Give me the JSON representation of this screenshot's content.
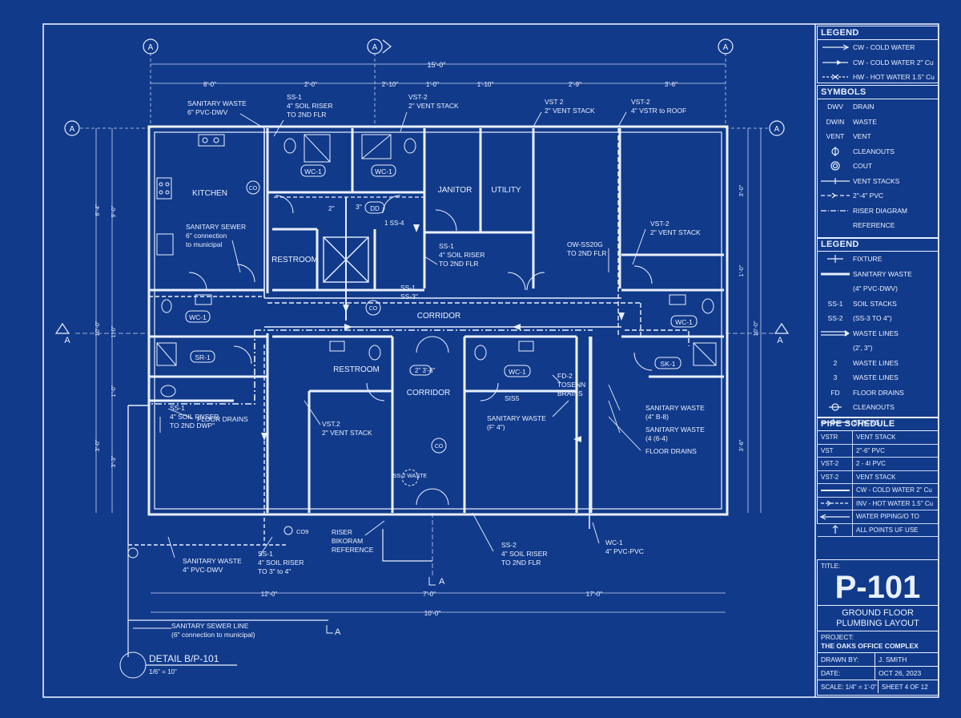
{
  "sheet_grid": {
    "bubble_a": "A",
    "overall_dim": "15'-0\"",
    "top_dims": [
      "8'-0\"",
      "2'-0\"",
      "2'-10\"",
      "1'-0\"",
      "1'-10\"",
      "2'-9\"",
      "3'-6\""
    ],
    "bottom_dims": [
      "12'-0\"",
      "7'-0\"",
      "17'-0\""
    ],
    "bottom_overall": "10'-0\"",
    "left_dims": [
      "6'-4\"",
      "9'-0\"",
      "10'-0\"",
      "1'-0\"",
      "1'-0\"",
      "3'-0\"",
      "3'-3\""
    ],
    "right_dims": [
      "3'-0\"",
      "1'-0\"",
      "10'-0\"",
      "3'-6\""
    ]
  },
  "rooms": {
    "kitchen": "KITCHEN",
    "restroom_upper": "RESTROOM",
    "janitor": "JANITOR",
    "utility": "UTILITY",
    "corridor_upper": "CORRIDOR",
    "restroom_lower": "RESTROOM",
    "corridor_lower": "CORRIDOR"
  },
  "tags": {
    "wc1": "WC-1",
    "sk1": "SK-1",
    "sr1": "SR-1",
    "co": "CO",
    "dd": "DD",
    "ss4": "1 SS-4",
    "sizes_2": "2\"",
    "sizes_3": "3\"",
    "corr_tag": "2\" 3'-8\"",
    "co_lower": "CO",
    "ss_lower": "SS-2 WASTE"
  },
  "callouts": {
    "sw_top": [
      "SANITARY WASTE",
      "6\" PVC-DWV"
    ],
    "ss1_top": [
      "SS-1",
      "4\" SOIL RISER",
      "TO 2ND FLR"
    ],
    "vst2_top": [
      "VST-2",
      "2\" VENT STACK"
    ],
    "vst2_b": [
      "VST 2",
      "2\" VENT STACK"
    ],
    "vstr": [
      "VST-2",
      "4\" VSTR to ROOF"
    ],
    "sanitary_sewer": [
      "SANITARY SEWER",
      "6\" connection",
      "to municipal"
    ],
    "ss1_mid": [
      "SS-1",
      "4\" SOIL RISER",
      "TO 2ND FLR"
    ],
    "ss1_small": [
      "SS-1",
      "SS-3\""
    ],
    "cw_mid": [
      "OW-SS20G",
      "TO 2ND FLR"
    ],
    "vst2_right": [
      "VST-2",
      "2\" VENT STACK"
    ],
    "floor_drains_l": "FLOOR DRAINS",
    "ss1_left": [
      "SS-1",
      "4\" SOIL RNSER",
      "TO 2ND DWP\""
    ],
    "vst2_low": [
      "VST.2",
      "2\" VENT STACK"
    ],
    "fd2": [
      "FD-2",
      "TOSENN",
      "BRAINS"
    ],
    "sis": "SIS5",
    "sw_low": [
      "SANITARY WASTE",
      "(F' 4\")"
    ],
    "sw_right1": [
      "SANITARY WASTE",
      "(4\" B-8)"
    ],
    "sw_right2": [
      "SANITARY WASTE",
      "(4 (6-4)"
    ],
    "floor_drains_r": "FLOOR DRAINS",
    "riser": [
      "RISER",
      "BIKORAM",
      "REFERENCE"
    ],
    "sw_bottom": [
      "SANITARY WASTE",
      "4\" PVC-DWV"
    ],
    "ss1_bottom": [
      "SS-1",
      "4\" SOIL RISER",
      "TO 3\" to 4\""
    ],
    "ss2_bottom": [
      "SS-2",
      "4\" SOIL RISER",
      "TO 2ND FLR"
    ],
    "wc1_bottom": [
      "WC-1",
      "4\" PVC-PVC"
    ],
    "sewer_line": [
      "SANITARY SEWER LINE",
      "(6\" connection to municipal)"
    ],
    "co9": "CO9"
  },
  "detail": {
    "title": "DETAIL B/P-101",
    "scale": "1/6\" = 10\""
  },
  "legend1": {
    "title": "LEGEND",
    "rows": [
      {
        "sym": "cw-arrow",
        "text": "CW - COLD WATER"
      },
      {
        "sym": "cw2-arrow",
        "text": "CW - COLD WATER 2\" Cu"
      },
      {
        "sym": "hw-arrow",
        "text": "HW - HOT WATER 1.5\" Cu"
      }
    ]
  },
  "symbols": {
    "title": "SYMBOLS",
    "rows": [
      {
        "sym": "DWV",
        "text": "DRAIN"
      },
      {
        "sym": "DWIN",
        "text": "WASTE"
      },
      {
        "sym": "VENT",
        "text": "VENT"
      },
      {
        "sym": "cleanout-icon",
        "text": "CLEANOUTS"
      },
      {
        "sym": "cout-icon",
        "text": "COUT"
      },
      {
        "sym": "vent-stack-icon",
        "text": "VENT STACKS"
      },
      {
        "sym": "dash-icon",
        "text": "2\"-4\" PVC"
      },
      {
        "sym": "dot-dash-icon",
        "text": "RISER DIAGRAM"
      },
      {
        "sym": "",
        "text": "REFERENCE"
      }
    ]
  },
  "legend2": {
    "title": "LEGEND",
    "rows": [
      {
        "sym": "fixture-icon",
        "text": "FIXTURE"
      },
      {
        "sym": "heavy-line-icon",
        "text": "SANITARY WASTE"
      },
      {
        "sym": "",
        "text": "(4\" PVC-DWV)"
      },
      {
        "sym": "SS-1",
        "text": "SOIL STACKS"
      },
      {
        "sym": "SS-2",
        "text": "(SS-3 TO 4\")"
      },
      {
        "sym": "waste-arrow-icon",
        "text": "WASTE LINES"
      },
      {
        "sym": "",
        "text": "(2', 3\")"
      },
      {
        "sym": "2",
        "text": "WASTE LINES"
      },
      {
        "sym": "3",
        "text": "WASTE LINES"
      },
      {
        "sym": "FD",
        "text": "FLOOR DRAINS"
      },
      {
        "sym": "cleanout2-icon",
        "text": "CLEANOUTS"
      },
      {
        "sym": "stack-icon",
        "text": "STACKS"
      }
    ]
  },
  "pipe_schedule": {
    "title": "PIPE SCHEDULE",
    "rows": [
      {
        "code": "VSTR",
        "desc": "VENT STACK"
      },
      {
        "code": "VST",
        "desc": "2\"-6\" PVC"
      },
      {
        "code": "VST-2",
        "desc": "2 - 4I PVC"
      },
      {
        "code": "VST-2",
        "desc": "VENT STACK"
      },
      {
        "code": "line-icon",
        "desc": "CW - COLD WATER 2\" Cu"
      },
      {
        "code": "hw-icon",
        "desc": "INV - HOT WATER 1.5\" Cu"
      },
      {
        "code": "arrow-icon",
        "desc": "WATER PIPING/O TO"
      },
      {
        "code": "up-icon",
        "desc": "ALL POINTS UF USE"
      }
    ]
  },
  "title_block": {
    "title_label": "TITLE:",
    "sheet_no": "P-101",
    "subtitle_1": "GROUND FLOOR",
    "subtitle_2": "PLUMBING LAYOUT",
    "project_label": "PROJECT:",
    "project": "THE OAKS OFFICE COMPLEX",
    "drawn_by_label": "DRAWN BY:",
    "drawn_by": "J. SMITH",
    "date_label": "DATE:",
    "date": "OCT 26, 2023",
    "scale": "SCALE: 1/4\" = 1'-0\"",
    "sheet": "SHEET 4 OF 12"
  }
}
